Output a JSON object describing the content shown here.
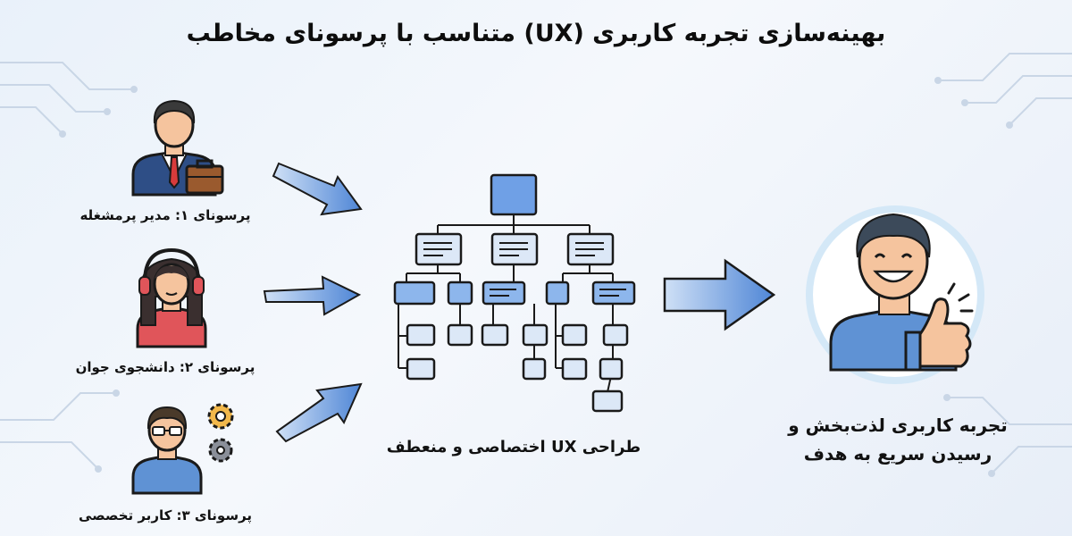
{
  "title": "بهینه‌سازی تجربه کاربری (UX) متناسب با پرسونای مخاطب",
  "personas": [
    {
      "label": "پرسونای ۱: مدیر پرمشغله",
      "icon": "businessman-with-briefcase-icon"
    },
    {
      "label": "پرسونای ۲: دانشجوی جوان",
      "icon": "student-with-headphones-icon"
    },
    {
      "label": "پرسونای ۳: کاربر تخصصی",
      "icon": "technical-user-with-gears-icon"
    }
  ],
  "center": {
    "caption": "طراحی UX اختصاصی و منعطف",
    "icon": "sitemap-tree-icon"
  },
  "result": {
    "line1": "تجربه کاربری لذت‌بخش و",
    "line2": "رسیدن سریع به هدف",
    "icon": "happy-user-thumbs-up-icon"
  },
  "colors": {
    "arrow": "#4f86d6",
    "node": "#6fa0e6",
    "node_light": "#bcd4f3",
    "outline": "#1a1a1a"
  }
}
